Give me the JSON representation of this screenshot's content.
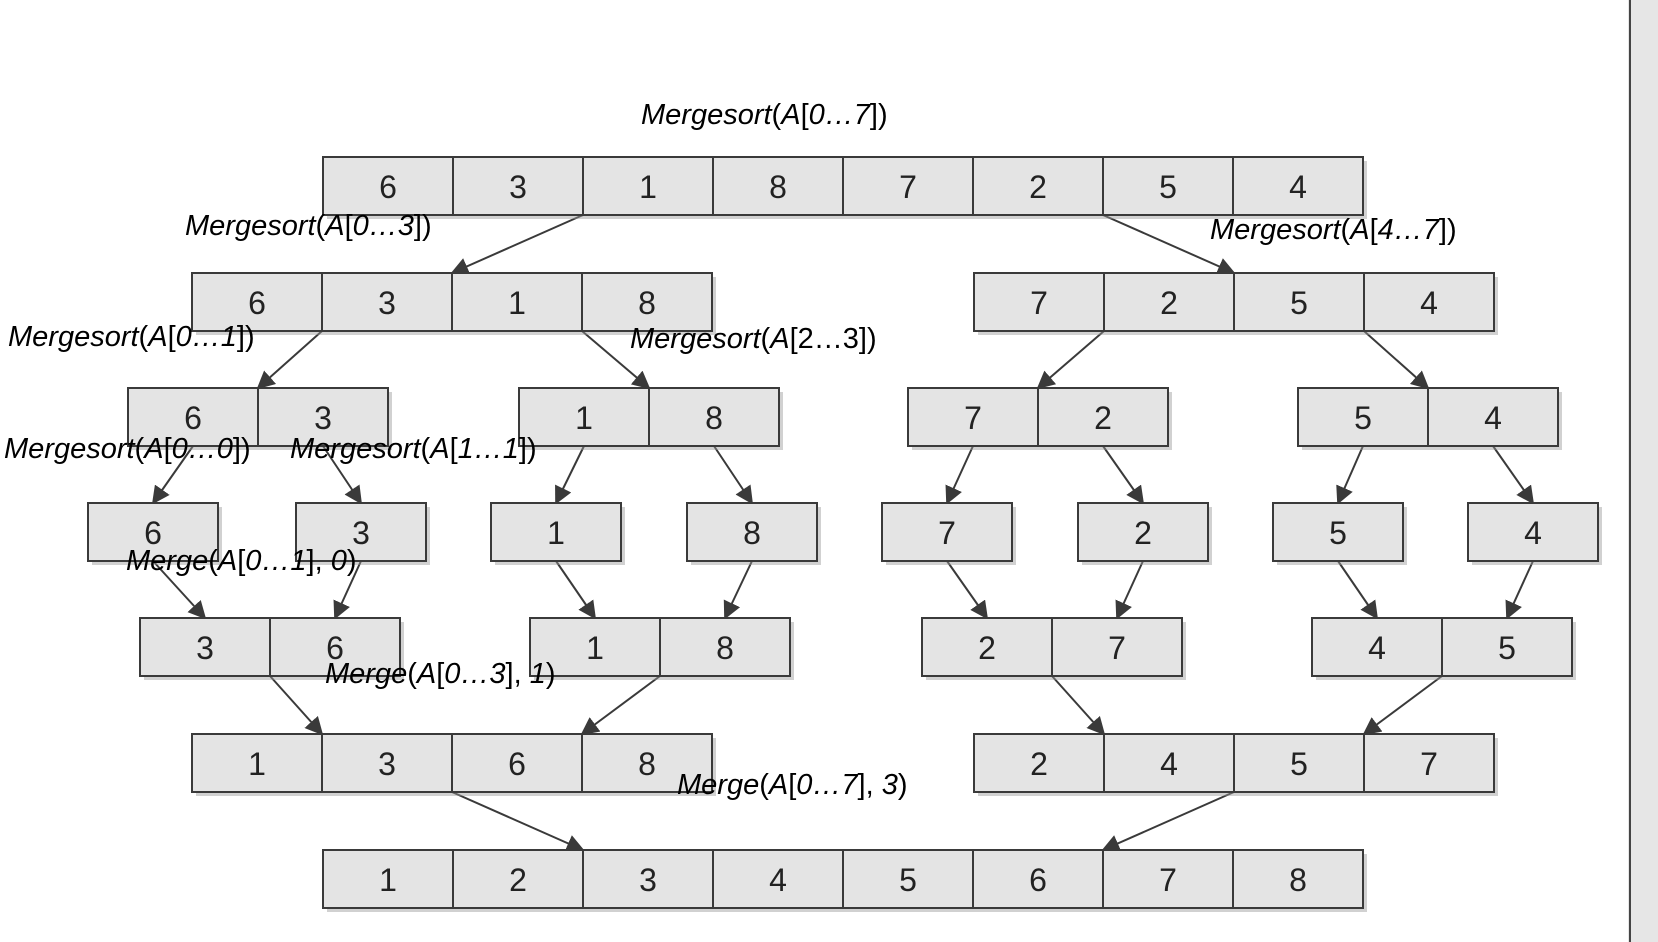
{
  "levels": [
    {
      "id": "level-0",
      "arrays": [
        [
          "6",
          "3",
          "1",
          "8",
          "7",
          "2",
          "5",
          "4"
        ]
      ]
    },
    {
      "id": "level-1",
      "arrays": [
        [
          "6",
          "3",
          "1",
          "8"
        ],
        [
          "7",
          "2",
          "5",
          "4"
        ]
      ]
    },
    {
      "id": "level-2",
      "arrays": [
        [
          "6",
          "3"
        ],
        [
          "1",
          "8"
        ],
        [
          "7",
          "2"
        ],
        [
          "5",
          "4"
        ]
      ]
    },
    {
      "id": "level-3",
      "arrays": [
        [
          "6"
        ],
        [
          "3"
        ],
        [
          "1"
        ],
        [
          "8"
        ],
        [
          "7"
        ],
        [
          "2"
        ],
        [
          "5"
        ],
        [
          "4"
        ]
      ]
    },
    {
      "id": "level-4",
      "arrays": [
        [
          "3",
          "6"
        ],
        [
          "1",
          "8"
        ],
        [
          "2",
          "7"
        ],
        [
          "4",
          "5"
        ]
      ]
    },
    {
      "id": "level-5",
      "arrays": [
        [
          "1",
          "3",
          "6",
          "8"
        ],
        [
          "2",
          "4",
          "5",
          "7"
        ]
      ]
    },
    {
      "id": "level-6",
      "arrays": [
        [
          "1",
          "2",
          "3",
          "4",
          "5",
          "6",
          "7",
          "8"
        ]
      ]
    }
  ],
  "labels": [
    {
      "id": "mergesort-a-0-7",
      "parts": [
        [
          "Mergesort",
          1
        ],
        [
          "(",
          0
        ],
        [
          "A",
          1
        ],
        [
          "[",
          0
        ],
        [
          "0…7",
          1
        ],
        [
          "])",
          0
        ]
      ]
    },
    {
      "id": "mergesort-a-0-3",
      "parts": [
        [
          "Mergesort",
          1
        ],
        [
          "(",
          0
        ],
        [
          "A",
          1
        ],
        [
          "[",
          0
        ],
        [
          "0…3",
          1
        ],
        [
          "])",
          0
        ]
      ]
    },
    {
      "id": "mergesort-a-4-7",
      "parts": [
        [
          "Mergesort",
          1
        ],
        [
          "(",
          0
        ],
        [
          "A",
          1
        ],
        [
          "[",
          0
        ],
        [
          "4…7",
          1
        ],
        [
          "])",
          0
        ]
      ]
    },
    {
      "id": "mergesort-a-0-1",
      "parts": [
        [
          "Mergesort",
          1
        ],
        [
          "(",
          0
        ],
        [
          "A",
          1
        ],
        [
          "[",
          0
        ],
        [
          "0…1",
          1
        ],
        [
          "])",
          0
        ]
      ]
    },
    {
      "id": "mergesort-a-2-3",
      "parts": [
        [
          "Mergesort",
          1
        ],
        [
          "(",
          0
        ],
        [
          "A",
          1
        ],
        [
          "[2…3",
          0
        ],
        [
          "])",
          0
        ]
      ]
    },
    {
      "id": "mergesort-a-0-0",
      "parts": [
        [
          "Mergesort",
          1
        ],
        [
          "(",
          0
        ],
        [
          "A",
          1
        ],
        [
          "[",
          0
        ],
        [
          "0…0",
          1
        ],
        [
          "])",
          0
        ]
      ]
    },
    {
      "id": "mergesort-a-1-1",
      "parts": [
        [
          "Mergesort",
          1
        ],
        [
          "(",
          0
        ],
        [
          "A",
          1
        ],
        [
          "[",
          0
        ],
        [
          "1…1",
          1
        ],
        [
          "])",
          0
        ]
      ]
    },
    {
      "id": "merge-a-0-1-0",
      "parts": [
        [
          "Merge",
          1
        ],
        [
          "(",
          0
        ],
        [
          "A",
          1
        ],
        [
          "[",
          0
        ],
        [
          "0…1",
          1
        ],
        [
          "], ",
          0
        ],
        [
          "0",
          1
        ],
        [
          ")",
          0
        ]
      ]
    },
    {
      "id": "merge-a-0-3-1",
      "parts": [
        [
          "Merge",
          1
        ],
        [
          "(",
          0
        ],
        [
          "A",
          1
        ],
        [
          "[",
          0
        ],
        [
          "0…3",
          1
        ],
        [
          "], ",
          0
        ],
        [
          "1",
          1
        ],
        [
          ")",
          0
        ]
      ]
    },
    {
      "id": "merge-a-0-7-3",
      "parts": [
        [
          "Merge",
          1
        ],
        [
          "(",
          0
        ],
        [
          "A",
          1
        ],
        [
          "[",
          0
        ],
        [
          "0…7",
          1
        ],
        [
          "], ",
          0
        ],
        [
          "3",
          1
        ],
        [
          ")",
          0
        ]
      ]
    }
  ]
}
